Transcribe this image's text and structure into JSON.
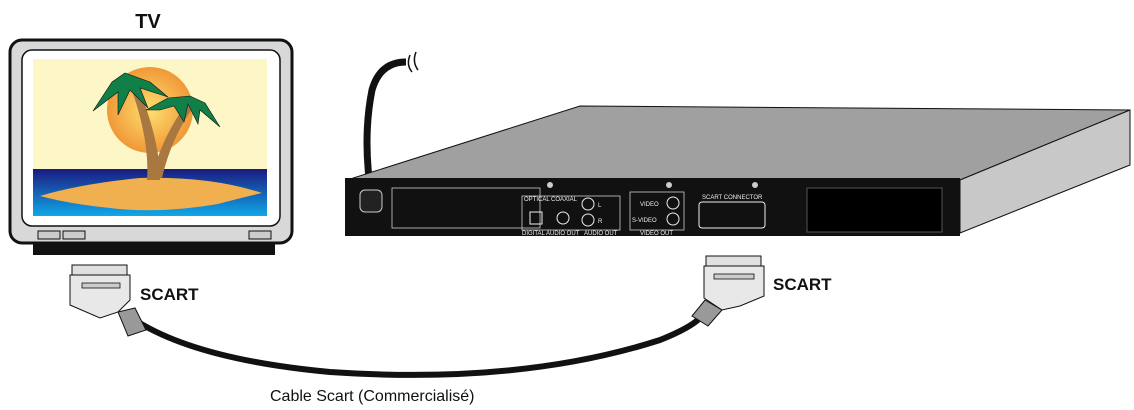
{
  "tv": {
    "label": "TV"
  },
  "connectors": {
    "left_label": "SCART",
    "right_label": "SCART"
  },
  "cable": {
    "caption": "Cable Scart (Commercialisé)"
  },
  "player_panel": {
    "optical": "OPTICAL",
    "coaxial": "COAXIAL",
    "digital_audio_out": "DIGITAL AUDIO OUT",
    "audio_out": "AUDIO OUT",
    "left": "L",
    "right": "R",
    "video": "VIDEO",
    "s_video": "S-VIDEO",
    "video_out": "VIDEO OUT",
    "scart_connector": "SCART CONNECTOR"
  },
  "colors": {
    "sky": "#fdf7c8",
    "sun": "#f0a840",
    "sea": "#1a1a80",
    "sea_light": "#10a0e0",
    "sand": "#f0b050",
    "palm": "#108048",
    "trunk": "#a87840",
    "panel": "#111111",
    "case_top": "#a0a0a0"
  }
}
